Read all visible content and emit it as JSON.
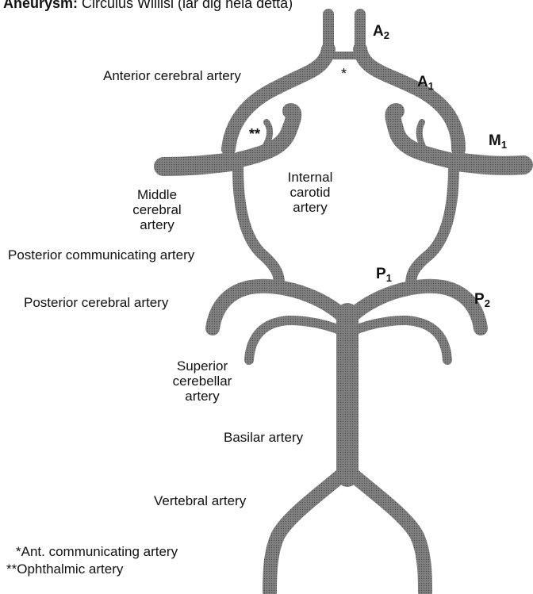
{
  "title": {
    "bold": "Aneurysm:",
    "rest": "Circulus Willisi (lär dig hela detta)"
  },
  "labels": {
    "anterior_cerebral": "Anterior cerebral artery",
    "acom_star": "*",
    "ophthalmic_star": "**",
    "internal_carotid": [
      "Internal",
      "carotid",
      "artery"
    ],
    "middle_cerebral": [
      "Middle",
      "cerebral",
      "artery"
    ],
    "posterior_communicating": "Posterior communicating artery",
    "posterior_cerebral": "Posterior cerebral artery",
    "superior_cerebellar": [
      "Superior",
      "cerebellar",
      "artery"
    ],
    "basilar": "Basilar artery",
    "vertebral": "Vertebral artery"
  },
  "segments": {
    "a2": {
      "letter": "A",
      "sub": "2"
    },
    "a1": {
      "letter": "A",
      "sub": "1"
    },
    "m1": {
      "letter": "M",
      "sub": "1"
    },
    "p1": {
      "letter": "P",
      "sub": "1"
    },
    "p2": {
      "letter": "P",
      "sub": "2"
    }
  },
  "footnotes": {
    "single_star": "*Ant. communicating artery",
    "double_star": "**Ophthalmic artery"
  },
  "colors": {
    "vessel": "#6e6e6e",
    "text": "#111111"
  }
}
